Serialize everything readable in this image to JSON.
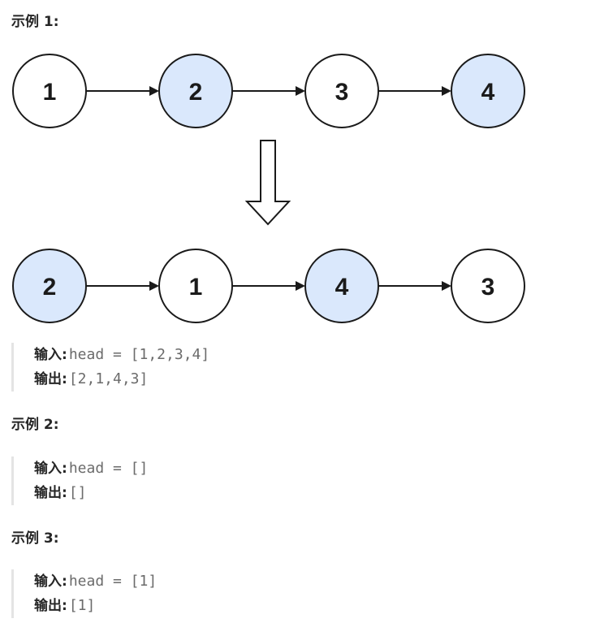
{
  "examples": [
    {
      "heading": "示例 1:",
      "diagram": {
        "before": [
          {
            "value": "1",
            "highlight": false
          },
          {
            "value": "2",
            "highlight": true
          },
          {
            "value": "3",
            "highlight": false
          },
          {
            "value": "4",
            "highlight": true
          }
        ],
        "after": [
          {
            "value": "2",
            "highlight": true
          },
          {
            "value": "1",
            "highlight": false
          },
          {
            "value": "4",
            "highlight": true
          },
          {
            "value": "3",
            "highlight": false
          }
        ]
      },
      "input_label": "输入:",
      "input_value": "head = [1,2,3,4]",
      "output_label": "输出:",
      "output_value": "[2,1,4,3]"
    },
    {
      "heading": "示例 2:",
      "input_label": "输入:",
      "input_value": "head = []",
      "output_label": "输出:",
      "output_value": "[]"
    },
    {
      "heading": "示例 3:",
      "input_label": "输入:",
      "input_value": "head = [1]",
      "output_label": "输出:",
      "output_value": "[1]"
    }
  ],
  "colors": {
    "highlight_fill": "#dae8fc",
    "plain_fill": "#ffffff",
    "stroke": "#1a1a1a",
    "quote_border": "#e4e4e4",
    "code_text": "#6b6b6b"
  }
}
